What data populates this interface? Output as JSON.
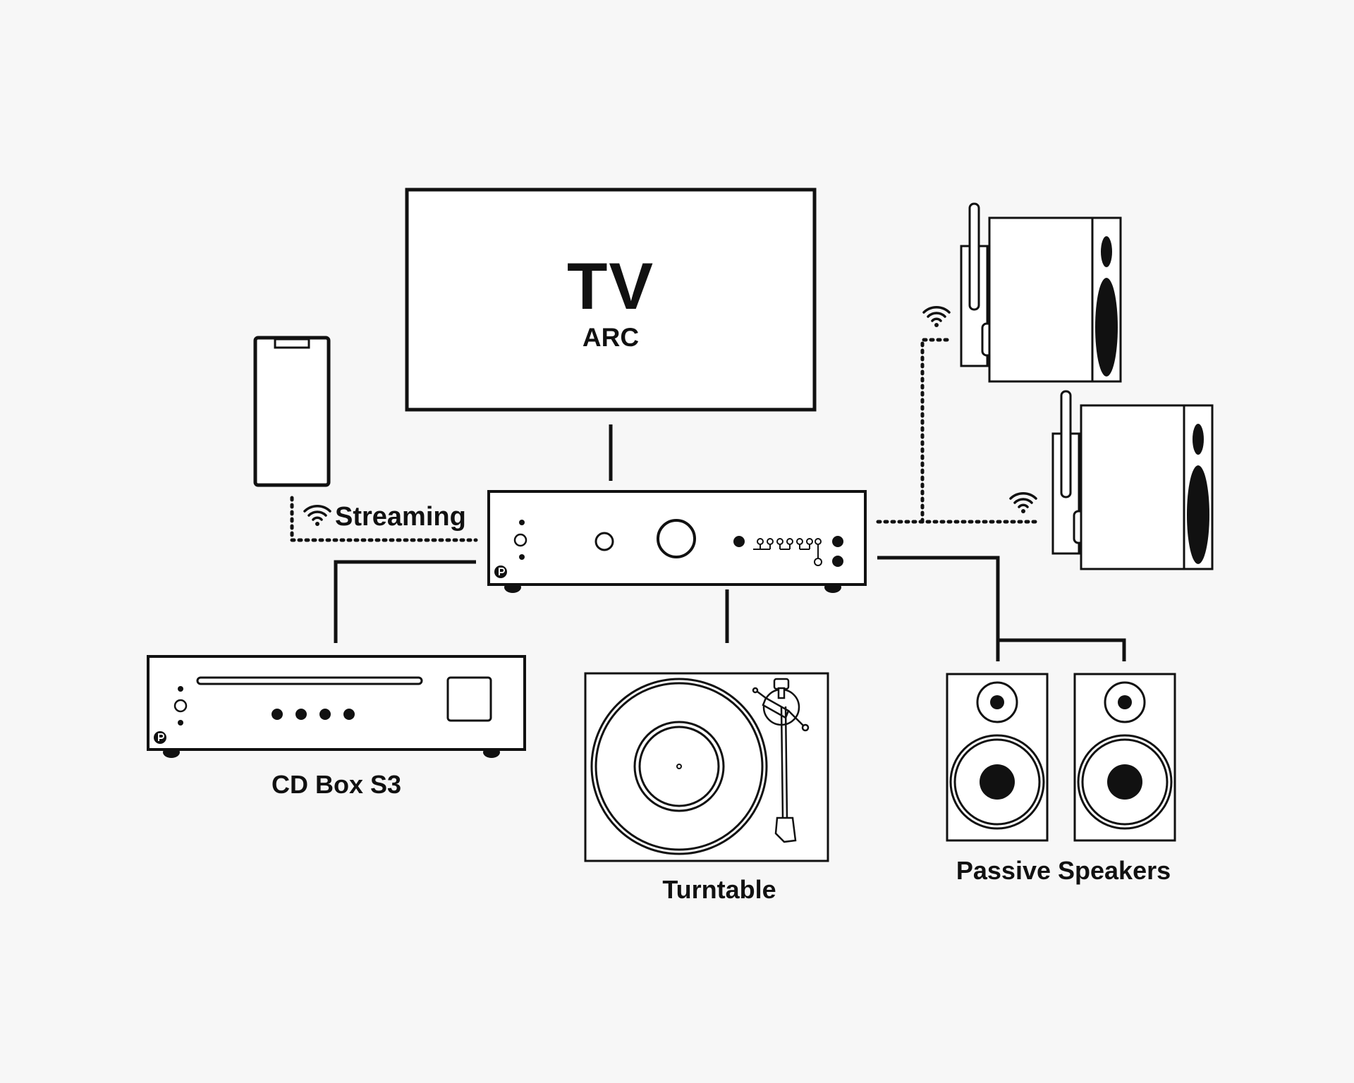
{
  "colors": {
    "background": "#f7f7f7",
    "stroke": "#111111",
    "fill": "#ffffff"
  },
  "tv": {
    "title": "TV",
    "subtitle": "ARC"
  },
  "phone": {
    "label": "Streaming",
    "icon": "wifi-icon"
  },
  "devices": {
    "cd_player": "CD Box S3",
    "turntable": "Turntable",
    "passive_speakers": "Passive Speakers"
  },
  "icons": {
    "wireless_speaker_1": "wifi-icon",
    "wireless_speaker_2": "wifi-icon"
  }
}
